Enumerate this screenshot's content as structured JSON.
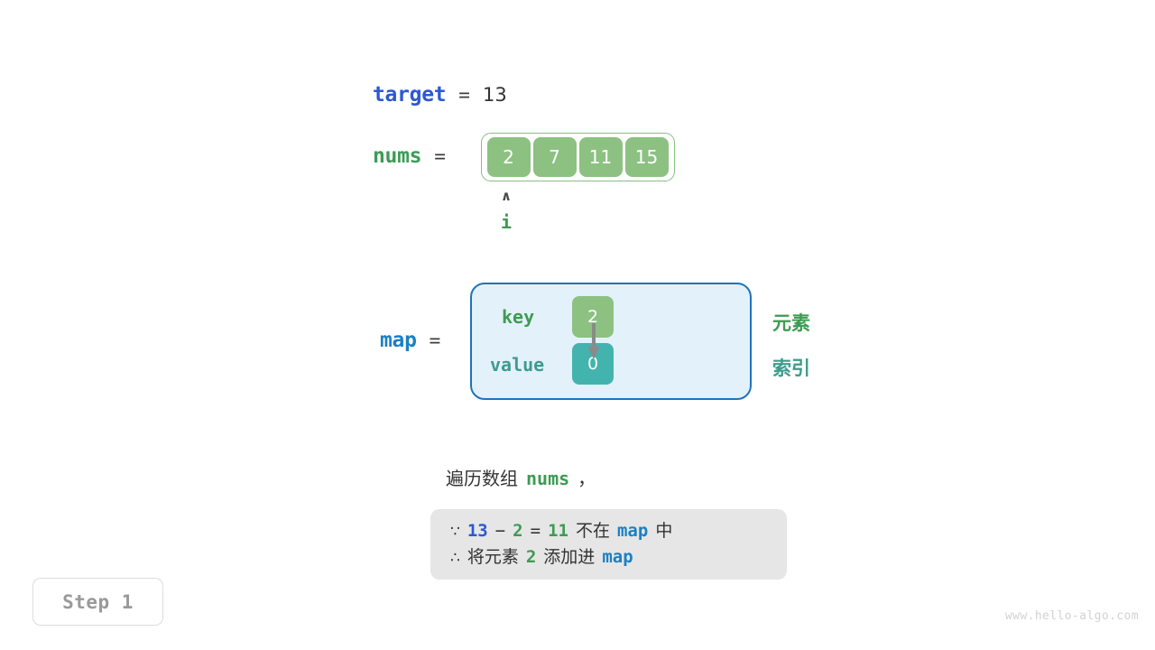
{
  "target": {
    "name": "target",
    "equals": "=",
    "value": "13"
  },
  "nums": {
    "name": "nums",
    "equals": "=",
    "cells": [
      "2",
      "7",
      "11",
      "15"
    ]
  },
  "pointer": {
    "caret": "∧",
    "label": "i",
    "index": 0
  },
  "map": {
    "name": "map",
    "equals": "=",
    "key_label": "key",
    "value_label": "value",
    "key_cell": "2",
    "value_cell": "0",
    "side_labels": {
      "element": "元素",
      "index": "索引"
    }
  },
  "caption": {
    "text": "遍历数组",
    "code": "nums",
    "comma": "，"
  },
  "note": {
    "line1": {
      "symbol": "∵",
      "a": "13",
      "minus": "−",
      "b": "2",
      "eq": "=",
      "result": "11",
      "text": "不在",
      "map": "map",
      "tail": "中"
    },
    "line2": {
      "symbol": "∴",
      "text": "将元素",
      "value": "2",
      "text2": "添加进",
      "map": "map"
    }
  },
  "step_badge": "Step 1",
  "watermark": "www.hello-algo.com",
  "colors": {
    "target_blue": "#2b58d4",
    "nums_green": "#3e9b52",
    "map_blue": "#1b80c4",
    "cell_green": "#8cc182",
    "cell_teal": "#43b3ae",
    "map_box_fill": "#e3f1fb",
    "map_box_border": "#1d74bd",
    "note_box_bg": "#e6e6e6",
    "text_dark": "#333333"
  }
}
